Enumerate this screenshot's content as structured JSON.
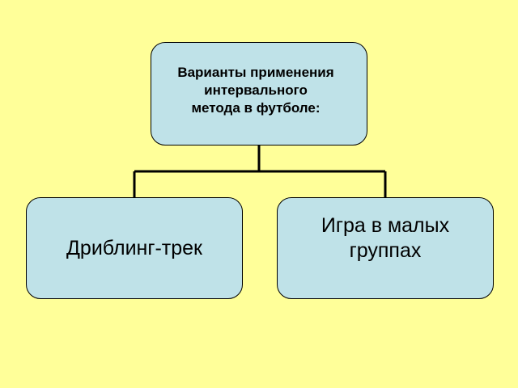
{
  "diagram": {
    "root": {
      "label": "Варианты применения\nинтервального\nметода в футболе:"
    },
    "children": [
      {
        "label": "Дриблинг-трек"
      },
      {
        "label": "Игра в малых\nгруппах"
      }
    ]
  },
  "colors": {
    "background": "#ffff99",
    "node_fill": "#bfe2e8",
    "node_border": "#000000",
    "connector": "#000000"
  }
}
